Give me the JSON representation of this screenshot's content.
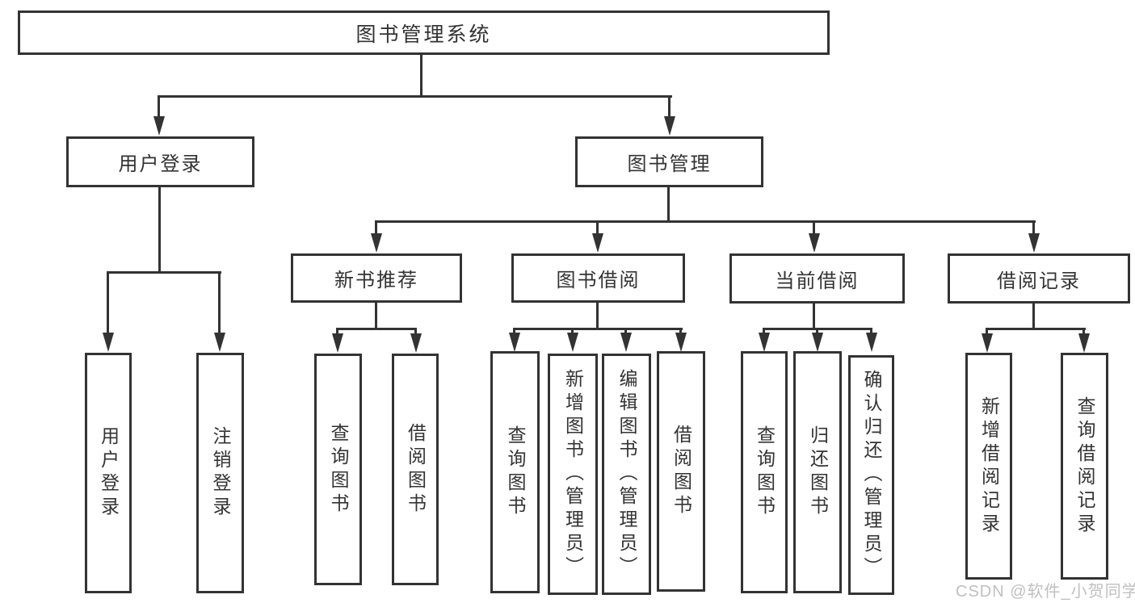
{
  "nodes": {
    "root": "图书管理系统",
    "user_login": "用户登录",
    "book_mgmt": "图书管理",
    "new_book_rec": "新书推荐",
    "book_borrow": "图书借阅",
    "current_borrow": "当前借阅",
    "borrow_record": "借阅记录",
    "ul_login": "用户登录",
    "ul_logout": "注销登录",
    "nbr_query": "查询图书",
    "nbr_borrow": "借阅图书",
    "bb_query": "查询图书",
    "bb_add": "新增图书（管理员）",
    "bb_edit": "编辑图书（管理员）",
    "bb_borrow": "借阅图书",
    "cb_query": "查询图书",
    "cb_return": "归还图书",
    "cb_confirm": "确认归还（管理员）",
    "br_add": "新增借阅记录",
    "br_query": "查询借阅记录"
  },
  "edges": {
    "root": [
      "user_login",
      "book_mgmt"
    ],
    "user_login": [
      "ul_login",
      "ul_logout"
    ],
    "book_mgmt": [
      "new_book_rec",
      "book_borrow",
      "current_borrow",
      "borrow_record"
    ],
    "new_book_rec": [
      "nbr_query",
      "nbr_borrow"
    ],
    "book_borrow": [
      "bb_query",
      "bb_add",
      "bb_edit",
      "bb_borrow"
    ],
    "current_borrow": [
      "cb_query",
      "cb_return",
      "cb_confirm"
    ],
    "borrow_record": [
      "br_add",
      "br_query"
    ]
  },
  "watermark": "CSDN @软件_小贺同学",
  "colors": {
    "line": "#333333",
    "text": "#333333",
    "watermark": "#c0c0c0",
    "background": "#ffffff"
  }
}
